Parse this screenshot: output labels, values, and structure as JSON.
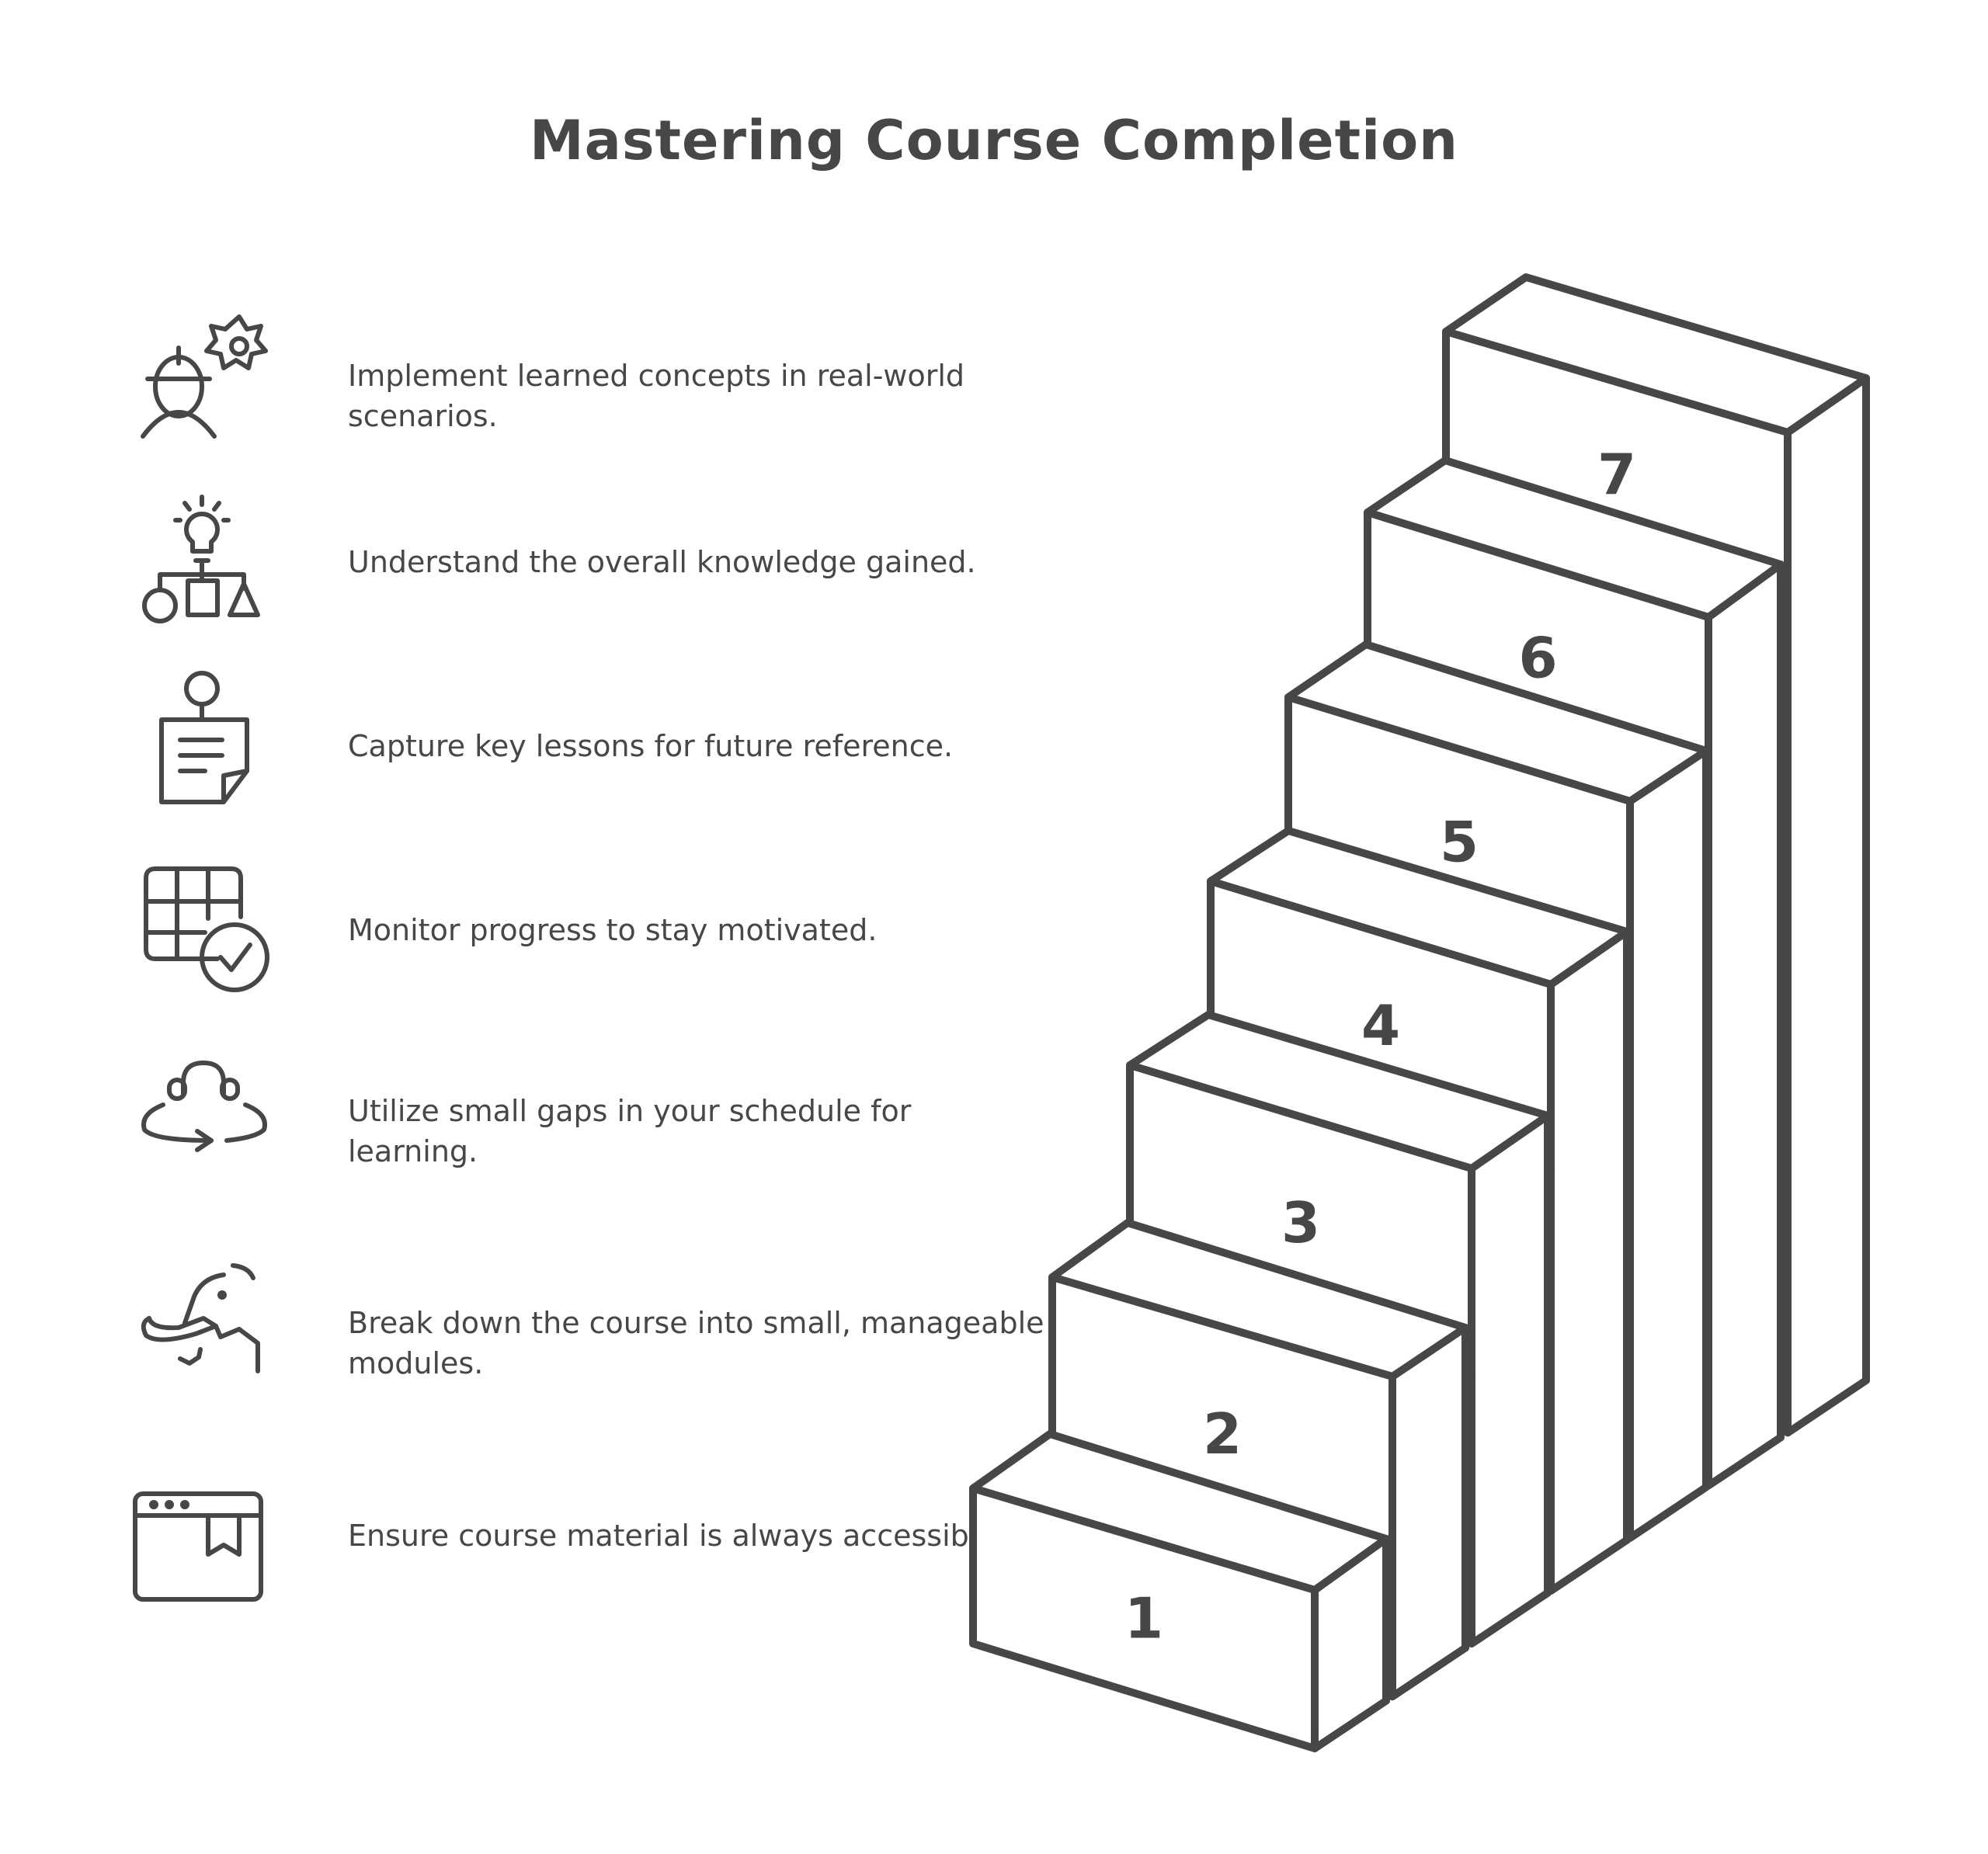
{
  "title": "Mastering Course Completion",
  "colors": {
    "ink": "#474747",
    "background": "#ffffff"
  },
  "steps": [
    {
      "number": "7",
      "icon": "engineer-gear-icon",
      "text": "Implement learned concepts in real-world scenarios."
    },
    {
      "number": "6",
      "icon": "lightbulb-hierarchy-icon",
      "text": "Understand the overall knowledge gained."
    },
    {
      "number": "5",
      "icon": "pinned-note-icon",
      "text": "Capture key lessons for future reference."
    },
    {
      "number": "4",
      "icon": "calendar-check-icon",
      "text": "Monitor progress to stay motivated."
    },
    {
      "number": "3",
      "icon": "headphones-cycle-icon",
      "text": "Utilize small gaps in your schedule for learning."
    },
    {
      "number": "2",
      "icon": "elephant-icon",
      "text": "Break down the course into small, manageable modules."
    },
    {
      "number": "1",
      "icon": "browser-bookmark-icon",
      "text": "Ensure course material is always accessible."
    }
  ]
}
